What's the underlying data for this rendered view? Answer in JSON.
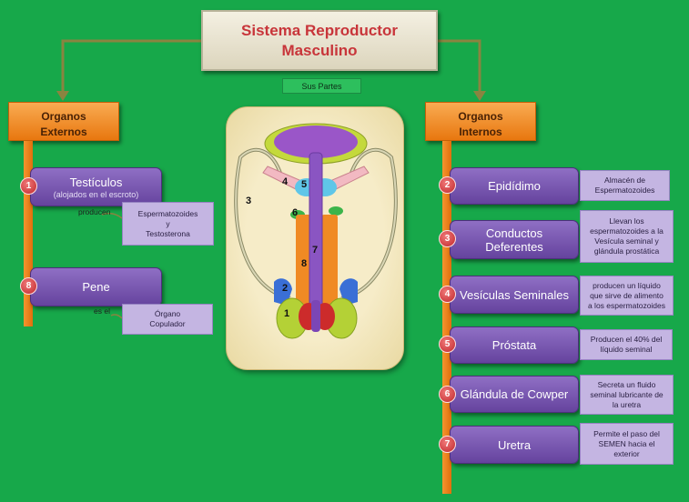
{
  "title": {
    "line1": "Sistema Reproductor",
    "line2": "Masculino"
  },
  "subtitle": "Sus Partes",
  "externos": {
    "header": [
      "Organos",
      "Externos"
    ],
    "items": [
      {
        "num": "1",
        "label": "Testículos",
        "sub": "(alojados en el escroto)",
        "connector": "producen",
        "desc": [
          "Espermatozoides",
          "y",
          "Testosterona"
        ]
      },
      {
        "num": "8",
        "label": "Pene",
        "connector": "es el",
        "desc": [
          "Órgano",
          "Copulador"
        ]
      }
    ]
  },
  "internos": {
    "header": [
      "Organos",
      "Internos"
    ],
    "items": [
      {
        "num": "2",
        "label": [
          "Epidídimo"
        ],
        "desc": [
          "Almacén  de",
          "Espermatozoides"
        ]
      },
      {
        "num": "3",
        "label": [
          "Conductos",
          "Deferentes"
        ],
        "desc": [
          "Llevan los",
          "espermatozoides  a la",
          "Vesícula seminal y",
          "glándula prostática"
        ]
      },
      {
        "num": "4",
        "label": [
          "Vesículas Seminales"
        ],
        "desc": [
          "producen un líquido",
          "que sirve de alimento",
          "a los espermatozoides"
        ]
      },
      {
        "num": "5",
        "label": [
          "Próstata"
        ],
        "desc": [
          "Producen el 40% del",
          "líquido seminal"
        ]
      },
      {
        "num": "6",
        "label": [
          "Glándula de Cowper"
        ],
        "desc": [
          "Secreta un fluido",
          "seminal lubricante de",
          "la uretra"
        ]
      },
      {
        "num": "7",
        "label": [
          "Uretra"
        ],
        "desc": [
          "Permite el paso del",
          "SEMEN hacia el",
          "exterior"
        ]
      }
    ]
  },
  "diagram": {
    "labels": [
      "1",
      "2",
      "3",
      "4",
      "5",
      "6",
      "7",
      "8"
    ]
  },
  "colors": {
    "background": "#17a84a",
    "orange": "#f08a24",
    "purple": "#7a57b4",
    "lavender": "#c4b5e2",
    "number": "#d23a3a",
    "connector": "#7b7a3c"
  }
}
